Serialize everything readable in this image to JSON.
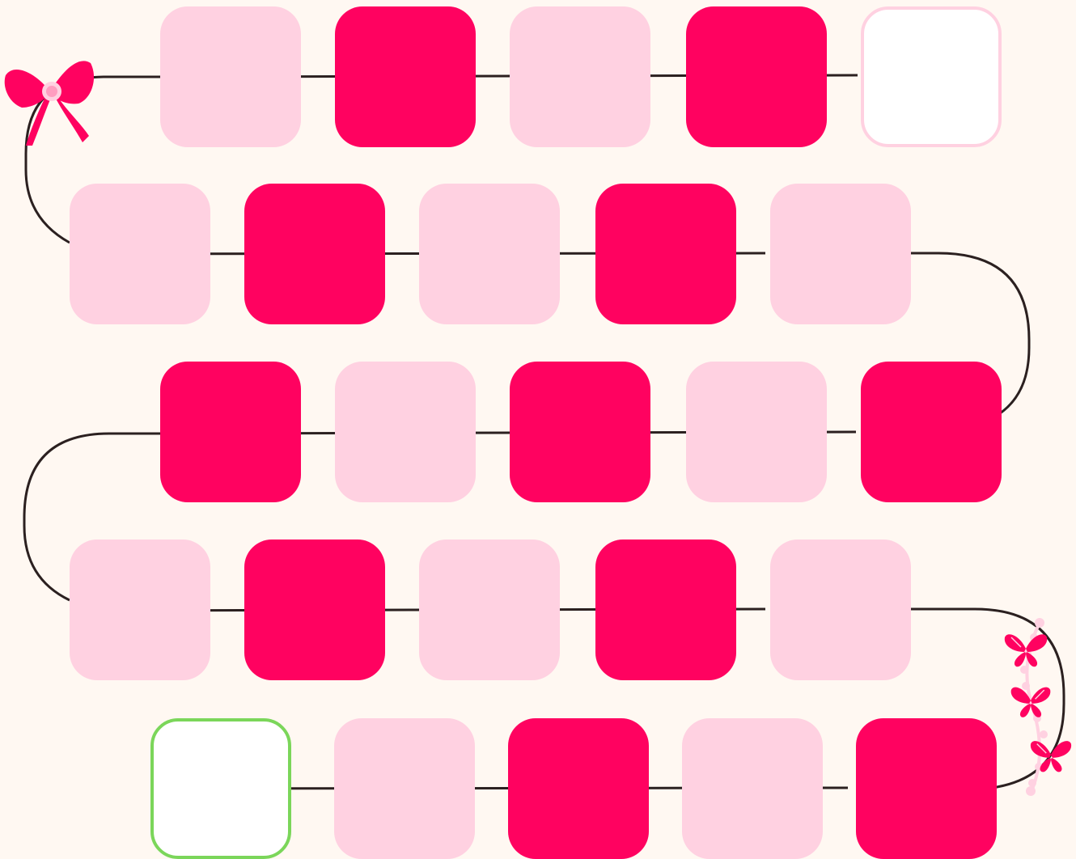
{
  "board": {
    "background": "#fff8f2",
    "path_color": "#2b2020",
    "colors": {
      "light": "#ffd1e1",
      "dark": "#ff0260",
      "start_border": "#7bd65a",
      "finish_border": "#ffd1e1"
    },
    "rows": [
      [
        "light",
        "dark",
        "light",
        "dark",
        "finish"
      ],
      [
        "light",
        "dark",
        "light",
        "dark",
        "light"
      ],
      [
        "dark",
        "light",
        "dark",
        "light",
        "dark"
      ],
      [
        "light",
        "dark",
        "light",
        "dark",
        "light"
      ],
      [
        "start",
        "light",
        "dark",
        "light",
        "dark"
      ]
    ],
    "decorations": [
      "bow-icon",
      "butterfly-icon",
      "butterfly-icon",
      "butterfly-icon",
      "bead-string"
    ]
  }
}
